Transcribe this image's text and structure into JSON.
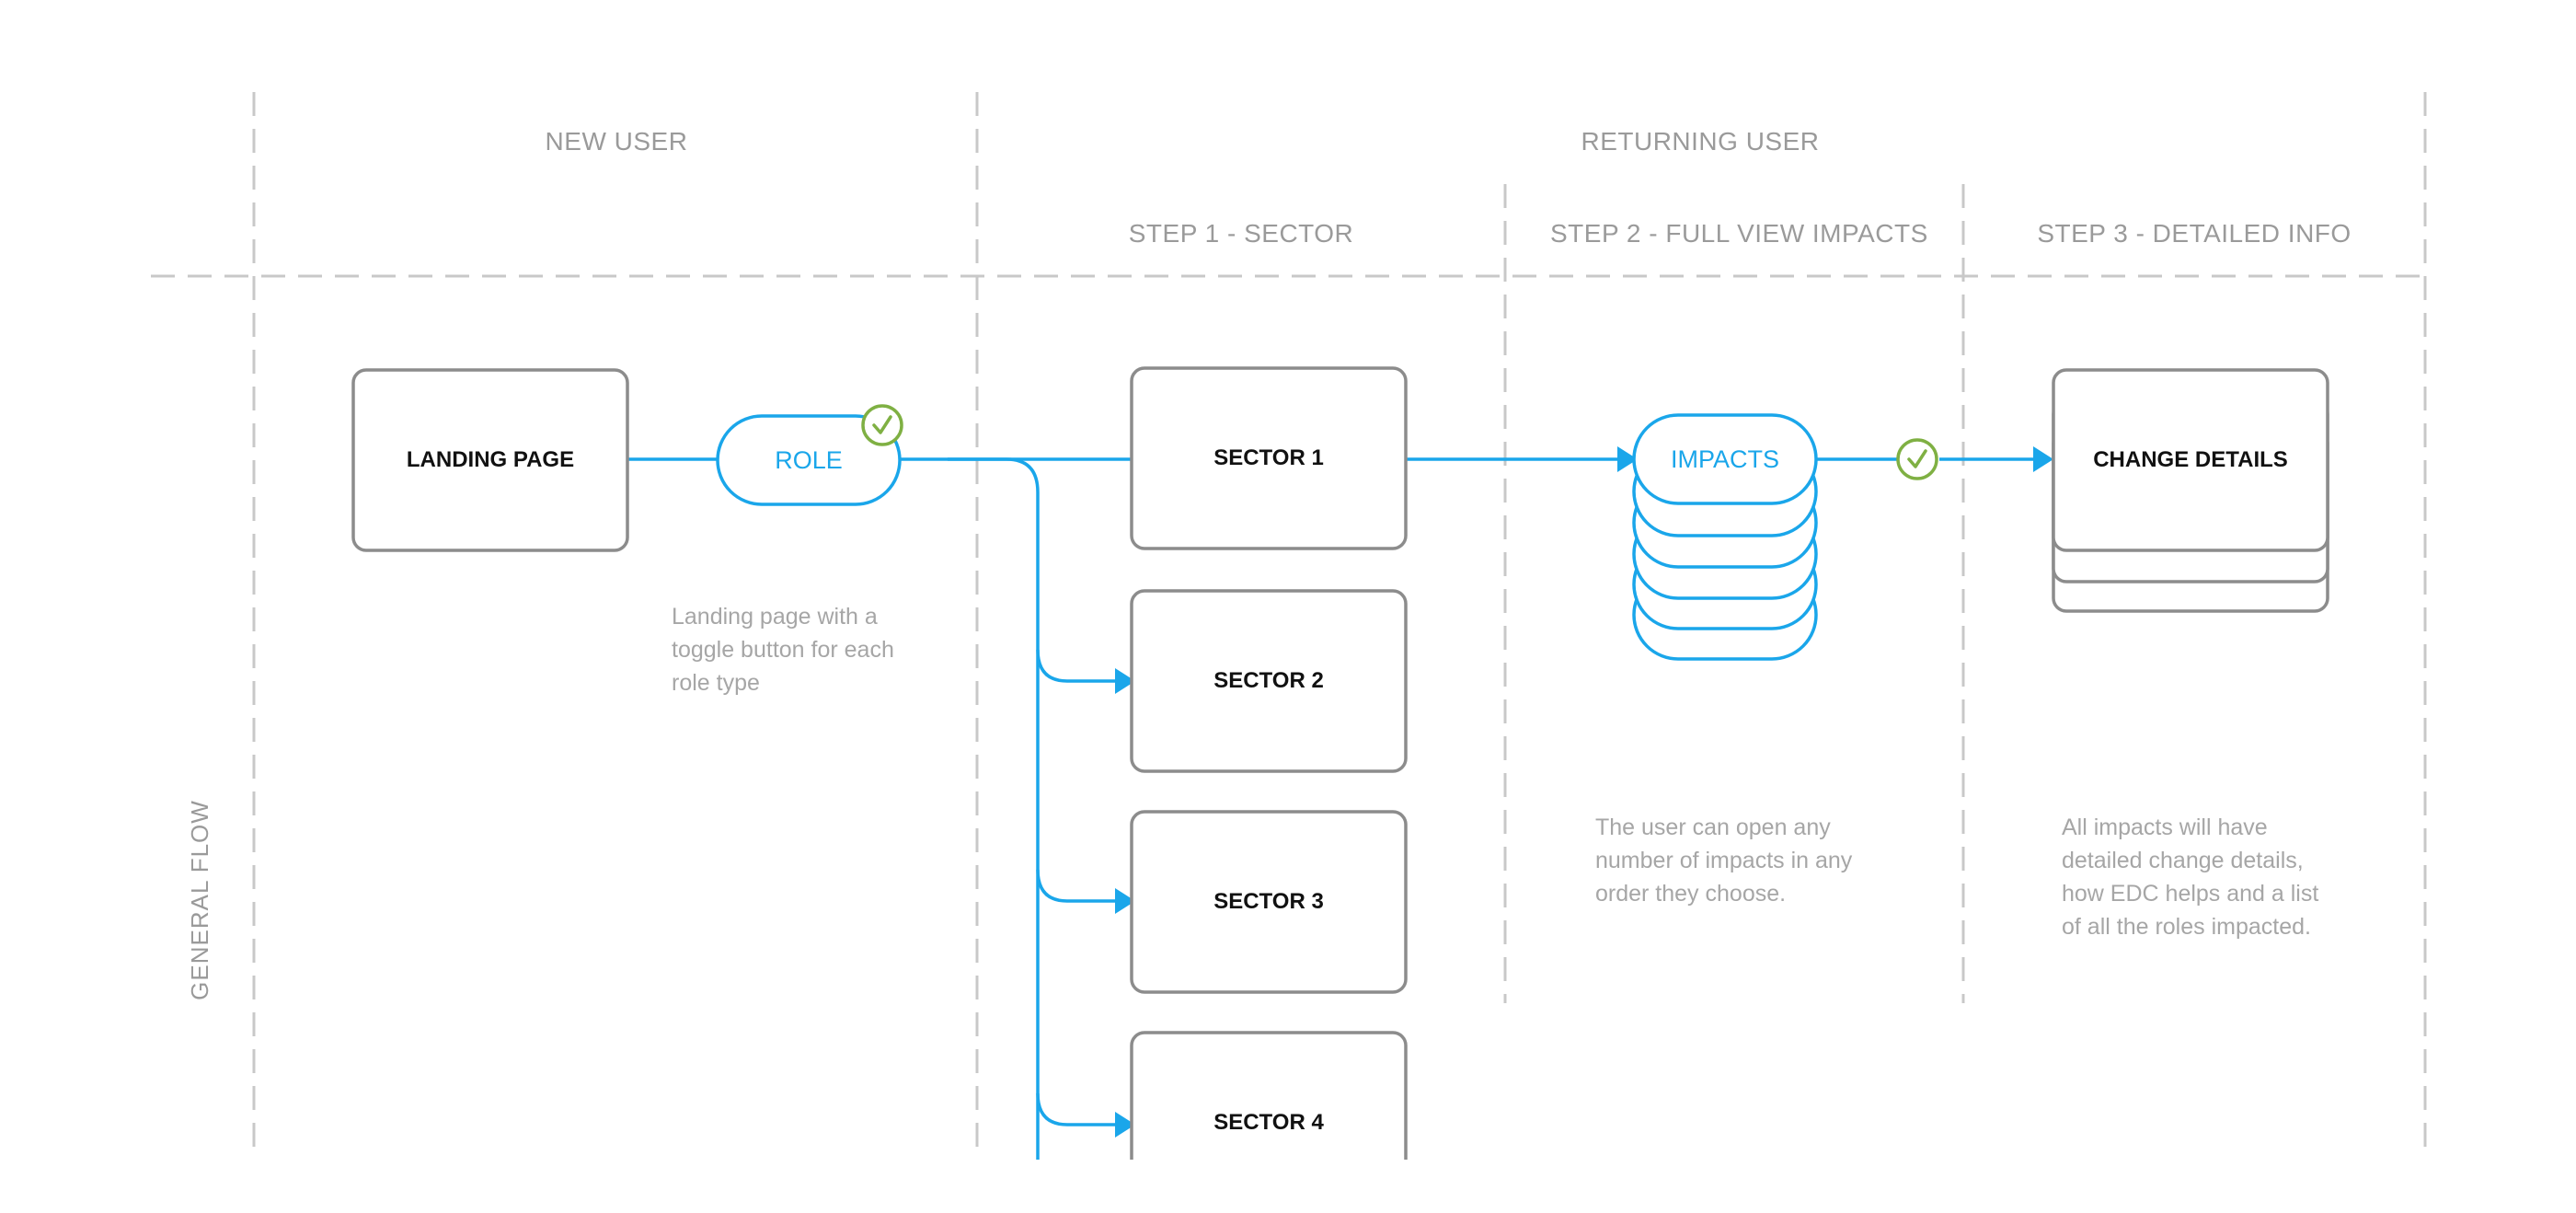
{
  "colors": {
    "accent": "#1aa6ea",
    "box_border": "#8c8c8c",
    "grid_dashes": "#c8c8c8",
    "check": "#7fb043",
    "header_text": "#9a9a9a",
    "note_text": "#a6a6a6"
  },
  "headers": {
    "new_user": "NEW USER",
    "returning_user": "RETURNING USER",
    "step1": "STEP 1 - SECTOR",
    "step2": "STEP 2 - FULL VIEW IMPACTS",
    "step3": "STEP 3 - DETAILED INFO"
  },
  "row_label": "GENERAL FLOW",
  "nodes": {
    "landing_page": "LANDING PAGE",
    "role": "ROLE",
    "sectors": [
      "SECTOR 1",
      "SECTOR 2",
      "SECTOR 3",
      "SECTOR 4"
    ],
    "impacts": "IMPACTS",
    "change_details": "CHANGE DETAILS"
  },
  "notes": {
    "role": [
      "Landing page with a",
      "toggle button for each",
      "role type"
    ],
    "impacts": [
      "The user can open any",
      "number of impacts in any",
      "order they choose."
    ],
    "change_details": [
      "All impacts will have",
      "detailed change details,",
      "how EDC helps and a list",
      "of all the roles impacted."
    ]
  },
  "icons": {
    "role_check": "check-circle-icon",
    "flow_check": "check-circle-icon"
  }
}
